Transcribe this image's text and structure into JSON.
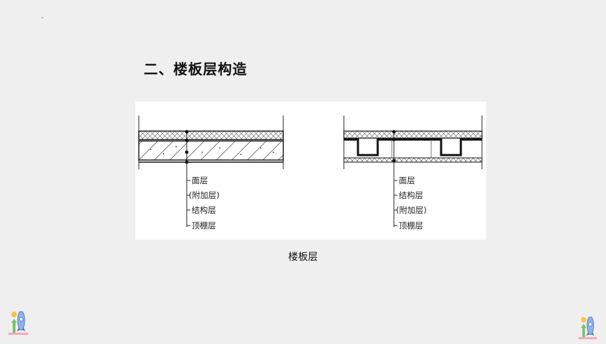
{
  "slide": {
    "title": "二、楼板层构造",
    "caption": "楼板层"
  },
  "figure": {
    "left_diagram": {
      "labels": [
        "面层",
        "(附加层)",
        "结构层",
        "顶棚层"
      ]
    },
    "right_diagram": {
      "labels": [
        "面层",
        "结构层",
        "(附加层)",
        "顶棚层"
      ]
    }
  },
  "decorations": {
    "icon": "rocket-icon"
  }
}
